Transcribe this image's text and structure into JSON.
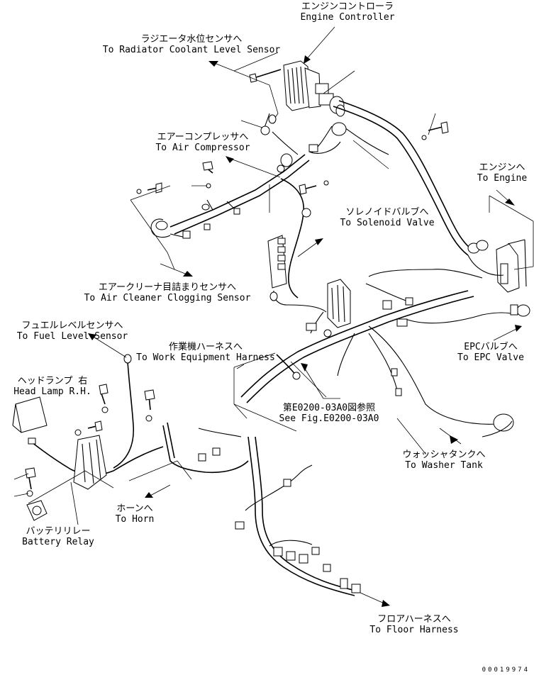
{
  "labels": {
    "engine_controller": {
      "jp": "エンジンコントローラ",
      "en": "Engine Controller"
    },
    "radiator": {
      "jp": "ラジエータ水位センサへ",
      "en": "To Radiator Coolant Level Sensor"
    },
    "air_compressor": {
      "jp": "エアーコンプレッサへ",
      "en": "To Air Compressor"
    },
    "engine": {
      "jp": "エンジンへ",
      "en": "To Engine"
    },
    "solenoid": {
      "jp": "ソレノイドバルブへ",
      "en": "To Solenoid Valve"
    },
    "air_cleaner": {
      "jp": "エアークリーナ目詰まりセンサへ",
      "en": "To Air Cleaner Clogging Sensor"
    },
    "fuel_level": {
      "jp": "フュエルレベルセンサへ",
      "en": "To Fuel Level Sensor"
    },
    "work_equipment": {
      "jp": "作業機ハーネスへ",
      "en": "To Work Equipment Harness"
    },
    "head_lamp": {
      "jp": "ヘッドランプ 右",
      "en": "Head Lamp R.H."
    },
    "epc_valve": {
      "jp": "EPCバルブへ",
      "en": "To EPC Valve"
    },
    "see_fig": {
      "jp": "第E0200-03A0図参照",
      "en": "See Fig.E0200-03A0"
    },
    "washer_tank": {
      "jp": "ウォッシャタンクへ",
      "en": "To Washer Tank"
    },
    "horn": {
      "jp": "ホーンへ",
      "en": "To Horn"
    },
    "battery_relay": {
      "jp": "バッテリリレー",
      "en": "Battery Relay"
    },
    "floor_harness": {
      "jp": "フロアハーネスへ",
      "en": "To Floor Harness"
    }
  },
  "doc_id": "00019974"
}
